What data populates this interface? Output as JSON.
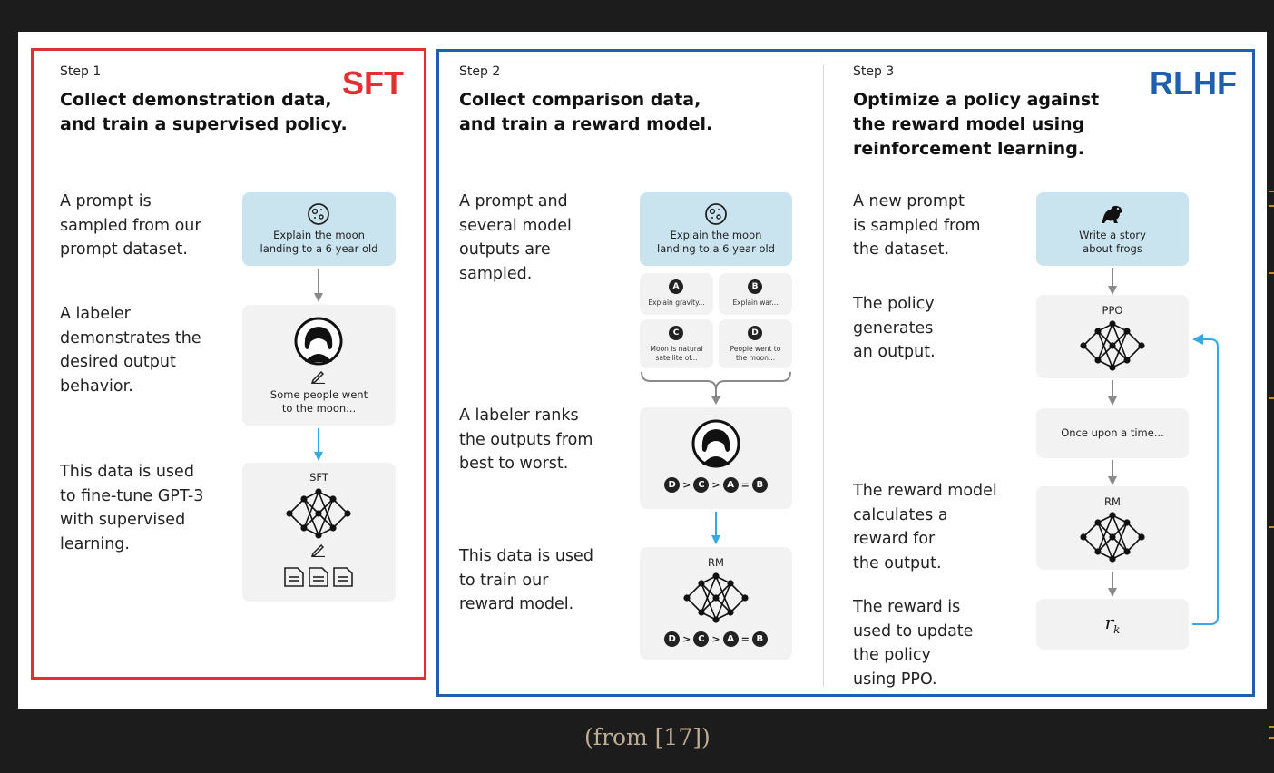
{
  "labels": {
    "sft": "SFT",
    "rlhf": "RLHF",
    "caption": "(from [17])"
  },
  "colors": {
    "sft": "#e03131",
    "rlhf": "#1f5fae",
    "arrow_blue": "#35a9e0",
    "arrow_gray": "#8a8a8a"
  },
  "step1": {
    "label": "Step 1",
    "title_line1": "Collect demonstration data,",
    "title_line2": "and train a supervised policy.",
    "desc1": [
      "A prompt is",
      "sampled from our",
      "prompt dataset."
    ],
    "desc2": [
      "A labeler",
      "demonstrates the",
      "desired output",
      "behavior."
    ],
    "desc3": [
      "This data is used",
      "to fine-tune GPT-3",
      "with supervised",
      "learning."
    ],
    "prompt_card": [
      "Explain the moon",
      "landing to a 6 year old"
    ],
    "demo_card": [
      "Some people went",
      "to the moon..."
    ],
    "model_label": "SFT"
  },
  "step2": {
    "label": "Step 2",
    "title_line1": "Collect comparison data,",
    "title_line2": "and train a reward model.",
    "desc1": [
      "A prompt and",
      "several model",
      "outputs are",
      "sampled."
    ],
    "desc2": [
      "A labeler ranks",
      "the outputs from",
      "best to worst."
    ],
    "desc3": [
      "This data is used",
      "to train our",
      "reward model."
    ],
    "prompt_card": [
      "Explain the moon",
      "landing to a 6 year old"
    ],
    "outputs": [
      {
        "letter": "A",
        "lines": [
          "Explain gravity..."
        ]
      },
      {
        "letter": "B",
        "lines": [
          "Explain war..."
        ]
      },
      {
        "letter": "C",
        "lines": [
          "Moon is natural",
          "satellite of..."
        ]
      },
      {
        "letter": "D",
        "lines": [
          "People went to",
          "the moon..."
        ]
      }
    ],
    "ranking": [
      "D",
      ">",
      "C",
      ">",
      "A",
      "=",
      "B"
    ],
    "model_label": "RM"
  },
  "step3": {
    "label": "Step 3",
    "title_line1": "Optimize a policy against",
    "title_line2": "the reward model using",
    "title_line3": "reinforcement learning.",
    "desc1": [
      "A new prompt",
      "is sampled from",
      "the dataset."
    ],
    "desc2": [
      "The policy",
      "generates",
      "an output."
    ],
    "desc3": [
      "The reward model",
      "calculates a",
      "reward for",
      "the output."
    ],
    "desc4": [
      "The reward is",
      "used to update",
      "the policy",
      "using PPO."
    ],
    "prompt_card": [
      "Write a story",
      "about frogs"
    ],
    "policy_label": "PPO",
    "output_text": "Once upon a time...",
    "rm_label": "RM",
    "reward_symbol": "r",
    "reward_subscript": "k"
  }
}
